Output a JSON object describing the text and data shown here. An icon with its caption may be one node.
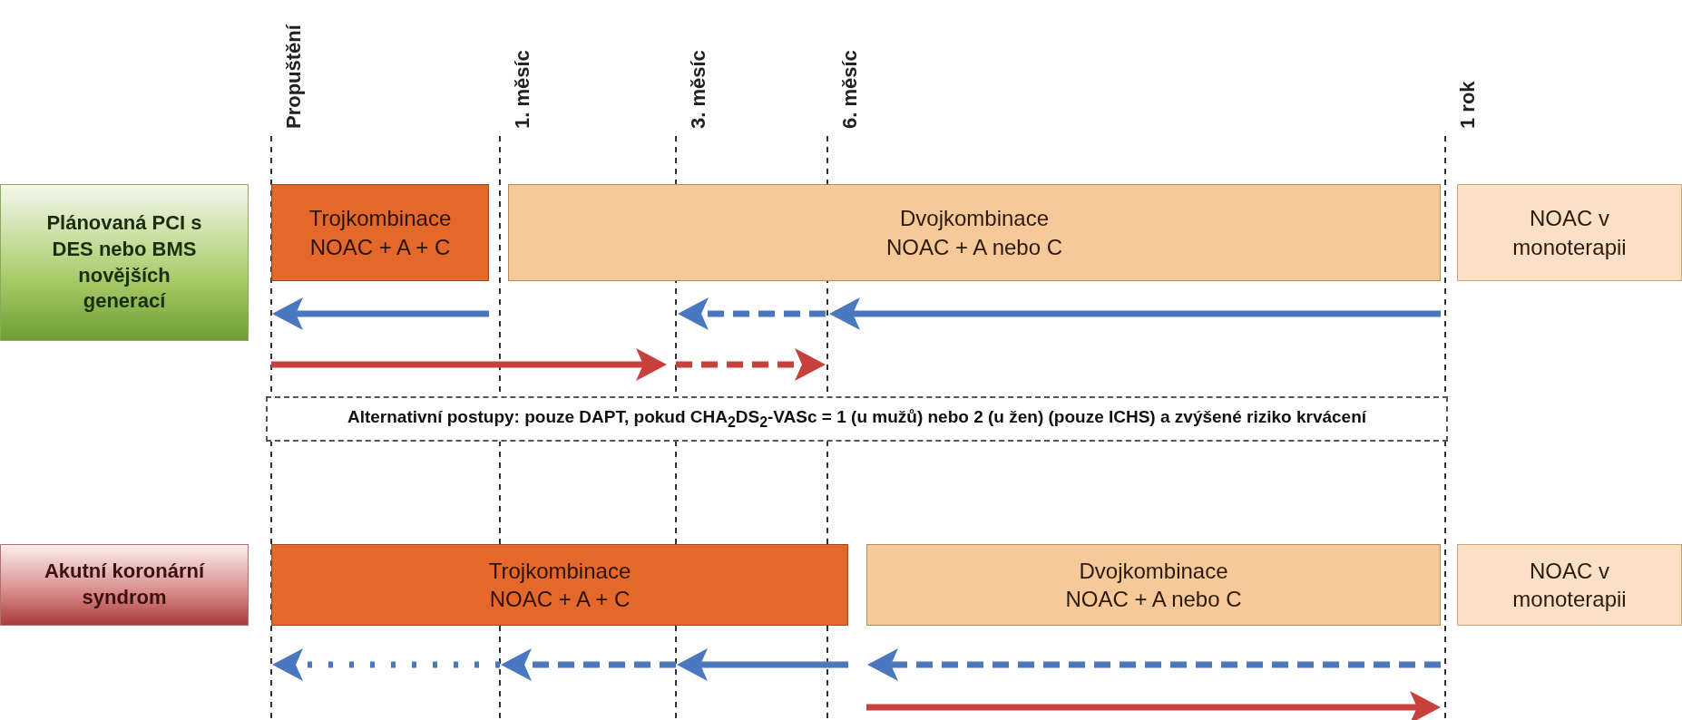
{
  "diagram": {
    "nodes": [
      {
        "text": [
          "Plánovaná PCI s DES nebo BMS novějších generací"
        ]
      },
      {
        "text": [
          "Trojkombinace NOAC + A + C"
        ]
      },
      {
        "text": [
          "Dvojkombinace NOAC + A nebo C"
        ]
      },
      {
        "text": [
          "NOAC v monoterapii"
        ]
      },
      {
        "text": [
          "Alternativní postupy: pouze DAPT, pokud CHA$_{2}$DS$_{2}$-VASc = 1 (u mužů) nebo 2 (u žen) (pouze ICHS) a zvýšené riziko krvácení"
        ]
      },
      {
        "text": [
          "Akutní koronární syndrom"
        ]
      },
      {
        "text": [
          "Trojkombinace NOAC + A + C"
        ]
      },
      {
        "text": [
          "Dvojkombinace NOAC + A nebo C"
        ]
      },
      {
        "text": [
          "NOAC v monoterapii"
        ]
      }
    ],
    "labels": [
      "Propuštění",
      "1. měsíc",
      "3. měsíc",
      "6. měsíc",
      "1 rok"
    ]
  }
}
